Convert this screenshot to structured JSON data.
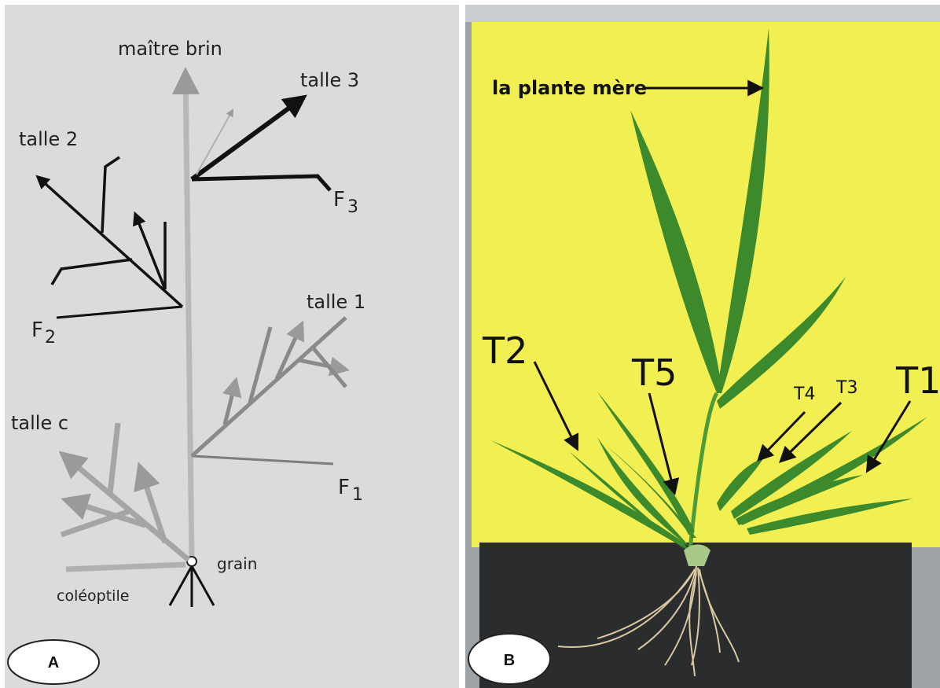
{
  "panel_a": {
    "letter": "A",
    "labels": {
      "main_stem": "maître brin",
      "tiller_3": "talle 3",
      "tiller_2": "talle 2",
      "tiller_1": "talle 1",
      "tiller_c": "talle c",
      "leaf_3": "F",
      "leaf_3_sub": "3",
      "leaf_2": "F",
      "leaf_2_sub": "2",
      "leaf_1": "F",
      "leaf_1_sub": "1",
      "grain": "grain",
      "coleoptile": "coléoptile"
    }
  },
  "panel_b": {
    "letter": "B",
    "labels": {
      "mother_plant": "la plante mère",
      "t1": "T1",
      "t2": "T2",
      "t3": "T3",
      "t4": "T4",
      "t5": "T5"
    }
  },
  "colors": {
    "paper": "#d9dcd8",
    "photo_background": "#f2ef52",
    "photo_dark": "#2b2c2e",
    "leaf": "#3d8a2c",
    "root": "#d9c7a0"
  }
}
